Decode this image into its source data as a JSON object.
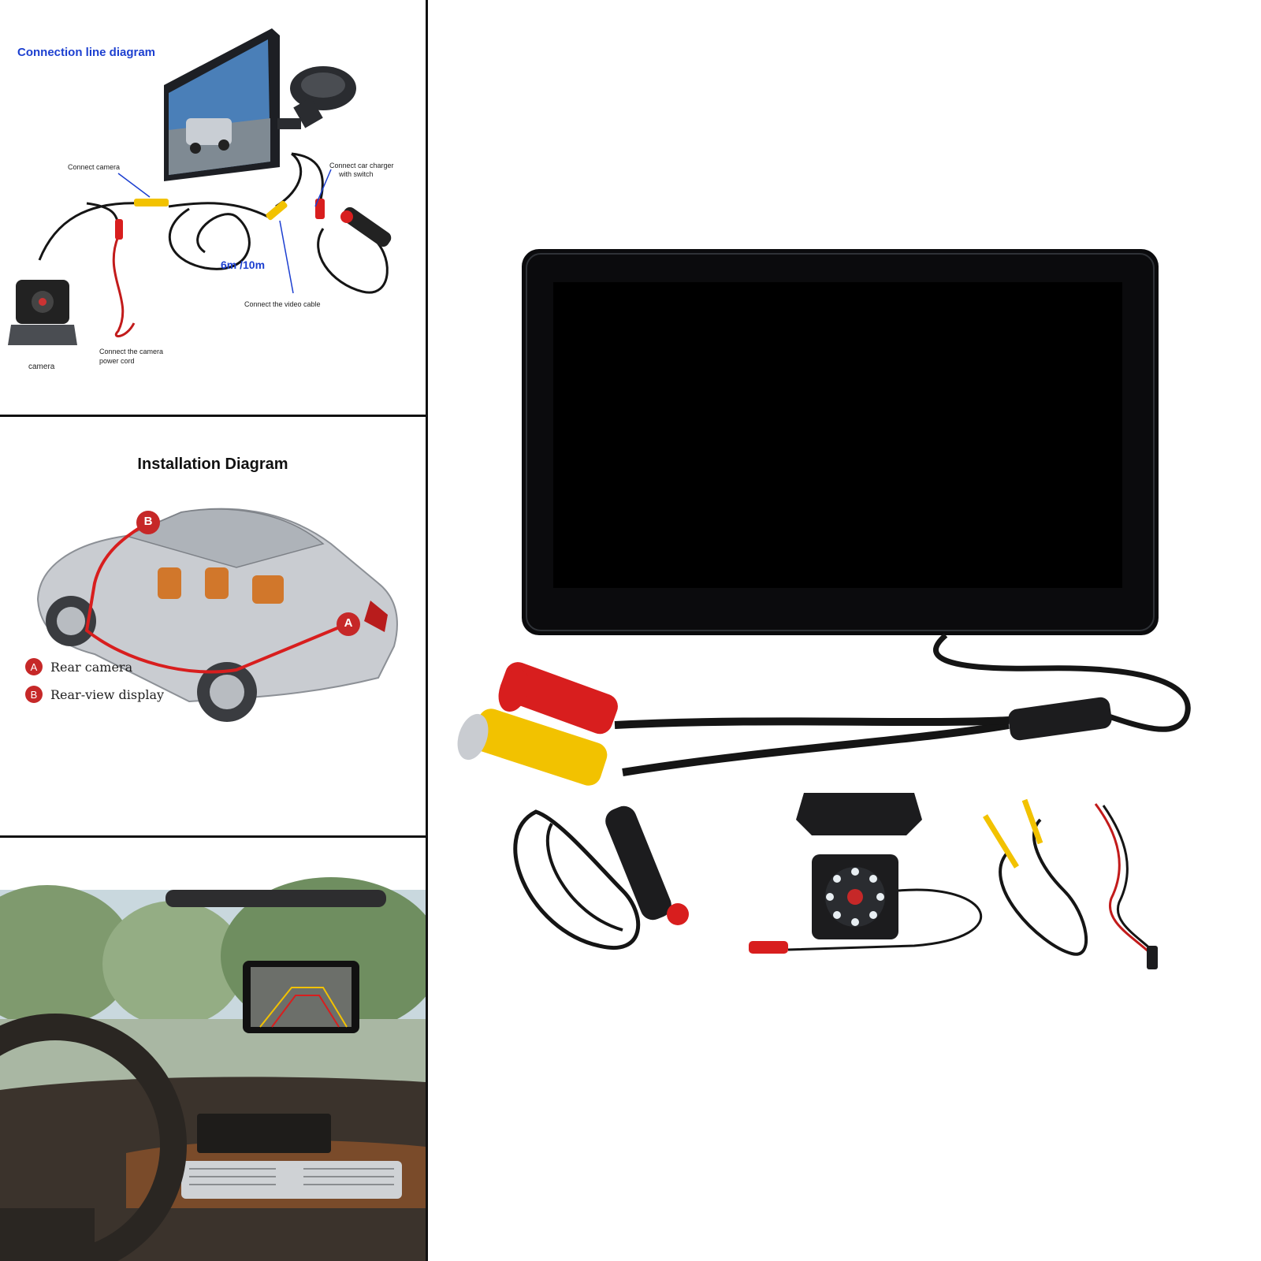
{
  "connection_panel": {
    "title": "Connection line diagram",
    "labels": {
      "connect_camera": "Connect camera",
      "connect_charger_line1": "Connect car charger",
      "connect_charger_line2": "with switch",
      "cable_length": "6m /10m",
      "connect_video_cable": "Connect the video cable",
      "connect_power_line1": "Connect the camera",
      "connect_power_line2": "power cord",
      "camera": "camera"
    }
  },
  "installation_panel": {
    "title": "Installation  Diagram",
    "marker_a": "A",
    "marker_b": "B",
    "legend": [
      {
        "badge": "A",
        "label": "Rear camera"
      },
      {
        "badge": "B",
        "label": "Rear-view display"
      }
    ]
  },
  "colors": {
    "title_blue": "#1c3fd0",
    "marker_red": "#c62828",
    "cable_yellow": "#f2c200",
    "cable_red": "#d81e1e",
    "monitor_black": "#0b0b0d"
  },
  "icons": [
    "monitor-icon",
    "suction-mount-icon",
    "backup-camera-icon",
    "car-charger-icon",
    "rca-connector-icon"
  ]
}
